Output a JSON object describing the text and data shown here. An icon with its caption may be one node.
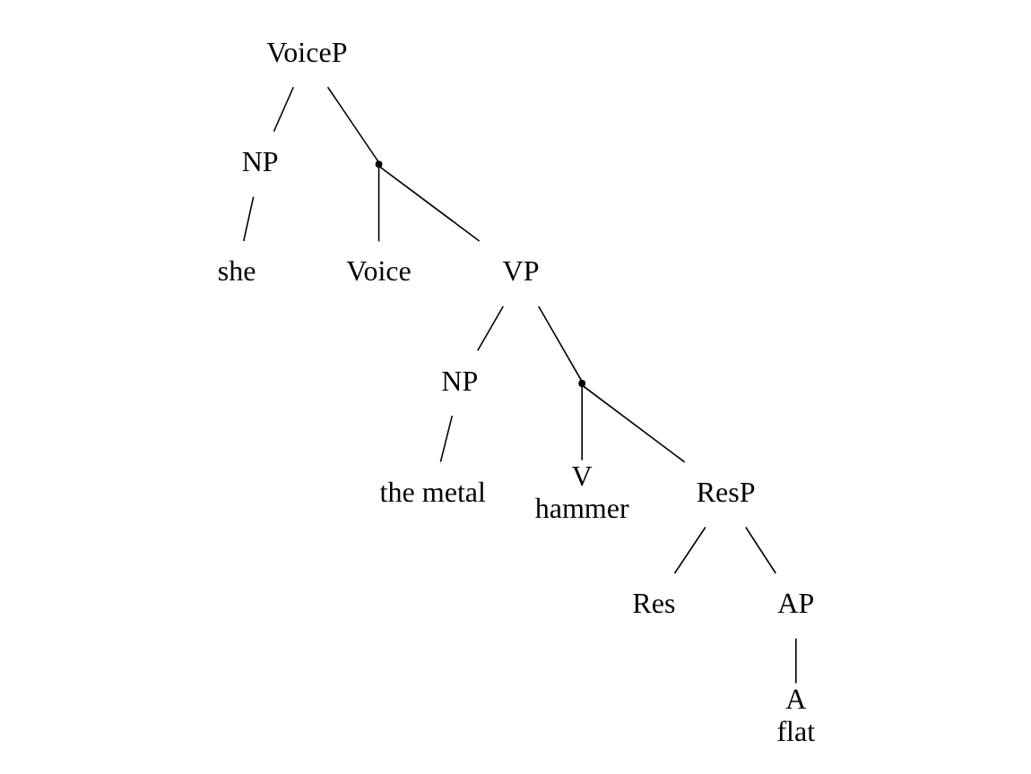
{
  "diagram": {
    "nodes": [
      {
        "text": [
          "VoiceP"
        ]
      },
      {
        "text": [
          "NP"
        ]
      },
      {
        "text": [
          "she"
        ]
      },
      {
        "text": [],
        "shape": "point"
      },
      {
        "text": [
          "Voice"
        ]
      },
      {
        "text": [
          "VP"
        ]
      },
      {
        "text": [
          "NP"
        ]
      },
      {
        "text": [
          "the metal"
        ]
      },
      {
        "text": [],
        "shape": "point"
      },
      {
        "text": [
          "V",
          "hammer"
        ]
      },
      {
        "text": [
          "ResP"
        ]
      },
      {
        "text": [
          "Res"
        ]
      },
      {
        "text": [
          "AP"
        ]
      },
      {
        "text": [
          "A",
          "flat"
        ]
      }
    ],
    "edges": [
      {
        "from": 0,
        "to": 1,
        "arrow": "none"
      },
      {
        "from": 0,
        "to": 3,
        "arrow": "none"
      },
      {
        "from": 1,
        "to": 2,
        "arrow": "none"
      },
      {
        "from": 3,
        "to": 4,
        "arrow": "none"
      },
      {
        "from": 3,
        "to": 5,
        "arrow": "none"
      },
      {
        "from": 5,
        "to": 6,
        "arrow": "none"
      },
      {
        "from": 5,
        "to": 8,
        "arrow": "none"
      },
      {
        "from": 6,
        "to": 7,
        "arrow": "none"
      },
      {
        "from": 8,
        "to": 9,
        "arrow": "none"
      },
      {
        "from": 8,
        "to": 10,
        "arrow": "none"
      },
      {
        "from": 10,
        "to": 11,
        "arrow": "none"
      },
      {
        "from": 10,
        "to": 12,
        "arrow": "none"
      },
      {
        "from": 12,
        "to": 13,
        "arrow": "none"
      }
    ]
  }
}
